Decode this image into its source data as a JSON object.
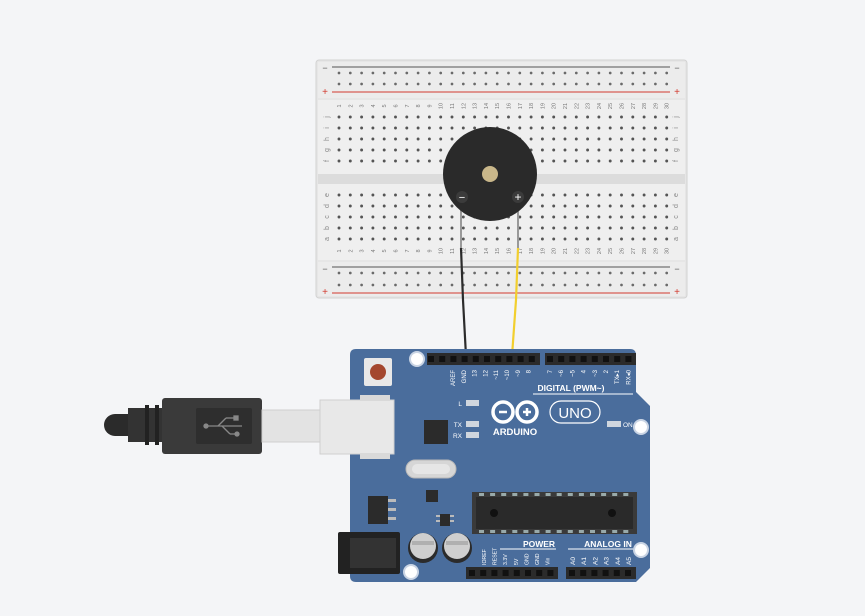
{
  "breadboard": {
    "rail_minus": "−",
    "rail_plus": "+",
    "rows_top": [
      "j",
      "i",
      "h",
      "g",
      "f"
    ],
    "rows_bottom": [
      "e",
      "d",
      "c",
      "b",
      "a"
    ],
    "columns": 30
  },
  "buzzer": {
    "minus_label": "−",
    "plus_label": "+"
  },
  "arduino": {
    "brand": "ARDUINO",
    "model": "UNO",
    "digital_header_label": "DIGITAL (PWM~)",
    "power_label": "POWER",
    "analog_label": "ANALOG IN",
    "led_l": "L",
    "led_tx": "TX",
    "led_rx": "RX",
    "led_on": "ON",
    "digital_pins_left": [
      "AREF",
      "GND",
      "13",
      "12",
      "~11",
      "~10",
      "~9",
      "8"
    ],
    "digital_pins_right": [
      "7",
      "~6",
      "~5",
      "4",
      "~3",
      "2",
      "TX▸1",
      "RX◂0"
    ],
    "power_pins": [
      "IOREF",
      "RESET",
      "3.3V",
      "5V",
      "GND",
      "GND",
      "Vin"
    ],
    "analog_pins": [
      "A0",
      "A1",
      "A2",
      "A3",
      "A4",
      "A5"
    ]
  },
  "colors": {
    "board_blue": "#4a6d9c",
    "wire_black": "#2b2b2b",
    "wire_yellow": "#f2cf2e",
    "rail_red": "#d23a2f"
  }
}
